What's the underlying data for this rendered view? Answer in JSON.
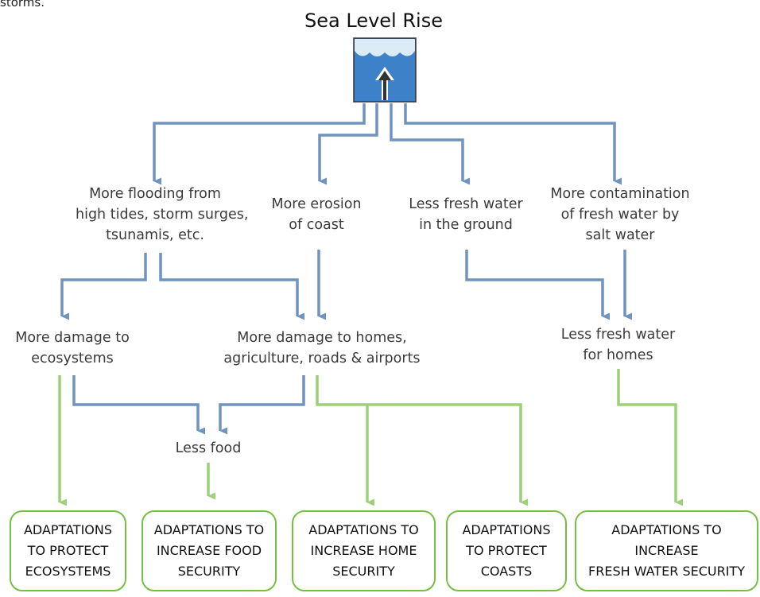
{
  "fragment_top": "storms.",
  "title": "Sea Level Rise",
  "icon": {
    "name": "sea-level-rise-icon",
    "water_color": "#3d82c9",
    "wave_color": "#dcecf7"
  },
  "colors": {
    "blue_arrow": "#7093bf",
    "green_arrow": "#9ed07a",
    "box_border": "#75c043"
  },
  "effects": {
    "flooding": [
      "More flooding from",
      "high tides, storm surges,",
      "tsunamis, etc."
    ],
    "erosion": [
      "More erosion",
      "of coast"
    ],
    "less_groundwater": [
      "Less fresh water",
      "in the ground"
    ],
    "contamination": [
      "More contamination",
      "of fresh water by",
      "salt water"
    ]
  },
  "consequences": {
    "ecosystem_damage": [
      "More damage to",
      "ecosystems"
    ],
    "home_damage": [
      "More damage to homes,",
      "agriculture, roads & airports"
    ],
    "less_home_water": [
      "Less fresh water",
      "for homes"
    ],
    "less_food": "Less food"
  },
  "adaptations": {
    "ecosystems": [
      "ADAPTATIONS",
      "TO PROTECT",
      "ECOSYSTEMS"
    ],
    "food": [
      "ADAPTATIONS TO",
      "INCREASE FOOD",
      "SECURITY"
    ],
    "home": [
      "ADAPTATIONS TO",
      "INCREASE HOME",
      "SECURITY"
    ],
    "coasts": [
      "ADAPTATIONS",
      "TO PROTECT",
      "COASTS"
    ],
    "water": [
      "ADAPTATIONS TO",
      "INCREASE",
      "FRESH WATER SECURITY"
    ]
  }
}
